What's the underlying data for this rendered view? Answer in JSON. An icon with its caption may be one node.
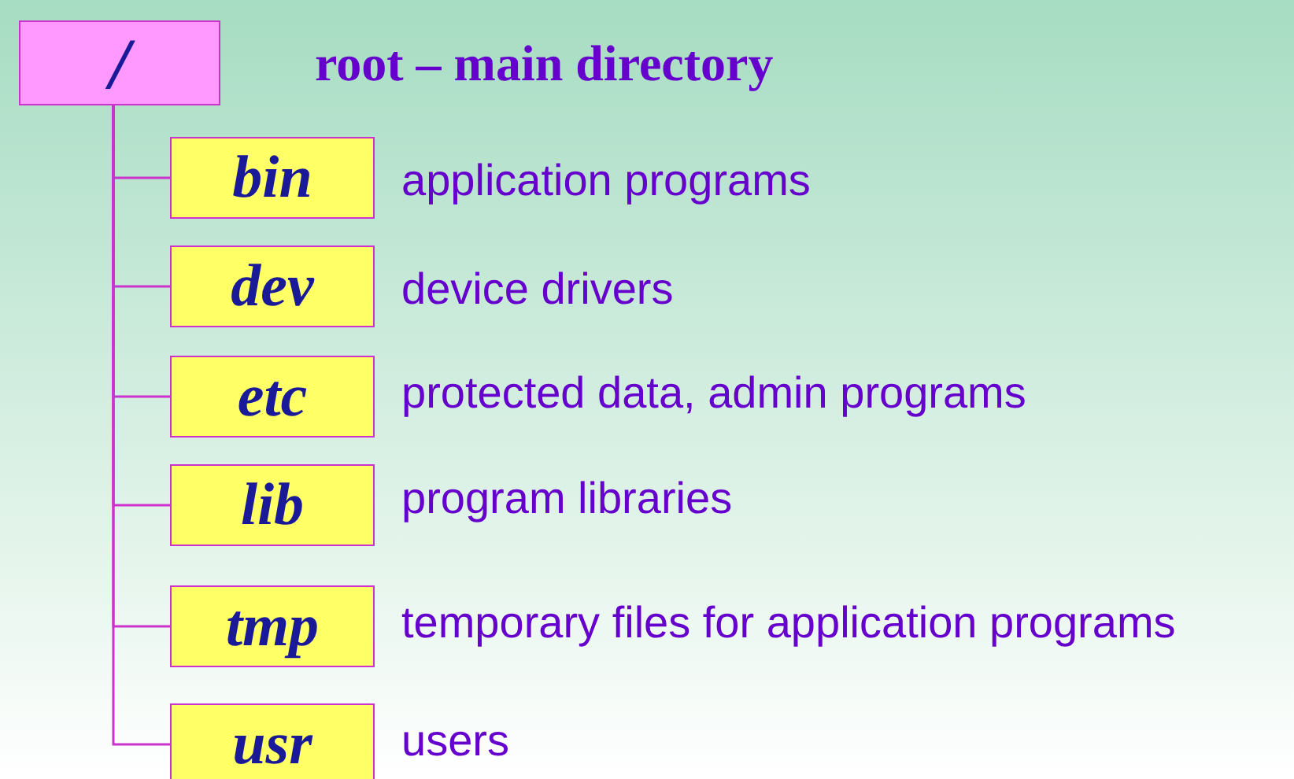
{
  "diagram": {
    "nodes": [
      {
        "text": [
          "/"
        ]
      },
      {
        "text": [
          "bin"
        ],
        "beside": [
          "application programs"
        ]
      },
      {
        "text": [
          "dev"
        ],
        "beside": [
          "device drivers"
        ]
      },
      {
        "text": [
          "etc"
        ],
        "beside": [
          "protected data, admin programs"
        ]
      },
      {
        "text": [
          "lib"
        ],
        "beside": [
          "program libraries"
        ]
      },
      {
        "text": [
          "tmp"
        ],
        "beside": [
          "temporary files for application programs"
        ]
      },
      {
        "text": [
          "usr"
        ],
        "beside": [
          "users"
        ]
      }
    ],
    "edges": [
      {
        "from": 0,
        "to": 1,
        "arrow": "none"
      },
      {
        "from": 0,
        "to": 2,
        "arrow": "none"
      },
      {
        "from": 0,
        "to": 3,
        "arrow": "none"
      },
      {
        "from": 0,
        "to": 4,
        "arrow": "none"
      },
      {
        "from": 0,
        "to": 5,
        "arrow": "none"
      },
      {
        "from": 0,
        "to": 6,
        "arrow": "none"
      }
    ],
    "labels": [
      "root – main directory"
    ]
  }
}
